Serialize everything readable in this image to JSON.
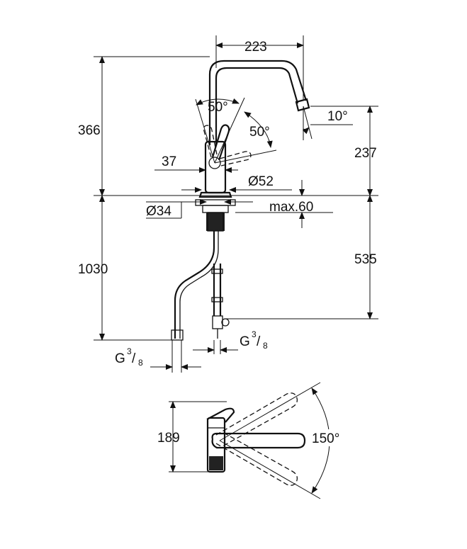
{
  "dimensions": {
    "spout_reach": "223",
    "upper_height": "366",
    "lever_angle_top": "50°",
    "lever_angle_side": "50°",
    "spout_tilt": "10°",
    "lever_offset": "37",
    "spout_outlet_height": "237",
    "base_diameter": "Ø52",
    "mount_hole_diameter": "Ø34",
    "max_deck_thickness": "max.60",
    "total_hose_length": "1030",
    "shank_length": "535",
    "thread_left_main": "G",
    "thread_left_num": "3",
    "thread_left_den": "8",
    "thread_right_main": "G",
    "thread_right_num": "3",
    "thread_right_den": "8",
    "top_view_depth": "189",
    "swivel_angle": "150°"
  }
}
